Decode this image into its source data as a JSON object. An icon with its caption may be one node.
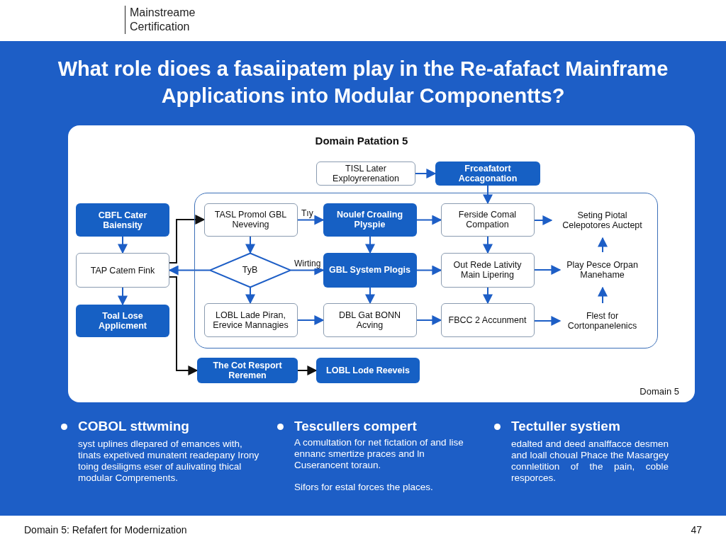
{
  "diagram": {
    "title": "What role dioes a fasaiipatem play in the Re-afafact Mainframe Applications into Modular Componentts?",
    "nodes": [
      {
        "text": [
          "TISL Later Exployrerenation"
        ]
      },
      {
        "text": [
          "Frceafatort Accagonation"
        ]
      },
      {
        "text": [],
        "shape": "box"
      },
      {
        "text": [
          "CBFL Cater Baiensity"
        ]
      },
      {
        "text": [
          "TASL Promol GBL Neveving"
        ],
        "in": 2
      },
      {
        "text": [
          "Noulef Croaling Plyspie"
        ],
        "in": 2
      },
      {
        "text": [
          "Ferside Comal Compation"
        ],
        "in": 2
      },
      {
        "text": [
          "Seting Piotal Celepotores Auctept"
        ],
        "in": 2
      },
      {
        "text": [
          "TAP Catem Fink"
        ]
      },
      {
        "text": [
          "TyB"
        ],
        "in": 2
      },
      {
        "text": [
          "GBL System Plogis"
        ],
        "in": 2
      },
      {
        "text": [
          "Out Rede Lativity Main Lipering"
        ],
        "in": 2
      },
      {
        "text": [
          "Play Pesce Orpan Manehame"
        ],
        "in": 2
      },
      {
        "text": [
          "Toal Lose Applicment"
        ]
      },
      {
        "text": [
          "LOBL Lade Piran, Erevice Mannagies"
        ],
        "in": 2
      },
      {
        "text": [
          "DBL Gat BONN Acving"
        ],
        "in": 2
      },
      {
        "text": [
          "FBCC 2 Accunment"
        ],
        "in": 2
      },
      {
        "text": [
          "Flest for Cortonpanelenics"
        ],
        "in": 2
      },
      {
        "text": [
          "The Cot Resport Reremen"
        ]
      },
      {
        "text": [
          "LOBL Lode Reeveis"
        ]
      }
    ],
    "edges": [
      {
        "from": 0,
        "to": 1,
        "arrow": "to"
      },
      {
        "from": 1,
        "to": 6,
        "arrow": "to"
      },
      {
        "from": 3,
        "to": 8,
        "arrow": "to"
      },
      {
        "from": 8,
        "to": 13,
        "arrow": "to"
      },
      {
        "from": 4,
        "to": 5,
        "arrow": "to",
        "label": "Tıy"
      },
      {
        "from": 4,
        "to": 9,
        "arrow": "to"
      },
      {
        "from": 9,
        "to": 8,
        "arrow": "to"
      },
      {
        "from": 9,
        "to": 10,
        "arrow": "to",
        "label": "Wirting"
      },
      {
        "from": 9,
        "to": 14,
        "arrow": "to"
      },
      {
        "from": 5,
        "to": 6,
        "arrow": "to"
      },
      {
        "from": 5,
        "to": 10,
        "arrow": "to"
      },
      {
        "from": 6,
        "to": 7,
        "arrow": "to"
      },
      {
        "from": 6,
        "to": 11,
        "arrow": "to"
      },
      {
        "from": 10,
        "to": 11,
        "arrow": "to"
      },
      {
        "from": 10,
        "to": 15,
        "arrow": "to"
      },
      {
        "from": 11,
        "to": 12,
        "arrow": "to"
      },
      {
        "from": 11,
        "to": 16,
        "arrow": "to"
      },
      {
        "from": 14,
        "to": 15,
        "arrow": "to"
      },
      {
        "from": 15,
        "to": 16,
        "arrow": "to"
      },
      {
        "from": 16,
        "to": 17,
        "arrow": "to"
      },
      {
        "from": 17,
        "to": 12,
        "arrow": "to"
      },
      {
        "from": 12,
        "to": 7,
        "arrow": "to"
      },
      {
        "from": 8,
        "to": 4,
        "arrow": "to",
        "color": "#111111"
      },
      {
        "from": 8,
        "to": 18,
        "arrow": "to",
        "color": "#111111"
      },
      {
        "from": 18,
        "to": 19,
        "arrow": "to",
        "color": "#111111"
      }
    ],
    "labels": [
      "Mainstreame Certification",
      "Domain Patation 5",
      "Domain 5",
      "COBOL sttwming",
      "syst uplines dlepared of emances with, tinats expetived munatent readepany Irony toing desiligms eser of aulivating thical modular Comprements.",
      "Tescullers compert",
      "A comultation for net fictation of and lise ennanc smertize praces and ln Cuserancent toraun.",
      "Sifors for estal forces the places.",
      "Tectuller systiem",
      "edalted and deed analffacce desmen and loall choual Phace the Masargey connletition of the pain, coble resporces.",
      "Domain 5: Refafert for Modernization",
      "47"
    ]
  }
}
